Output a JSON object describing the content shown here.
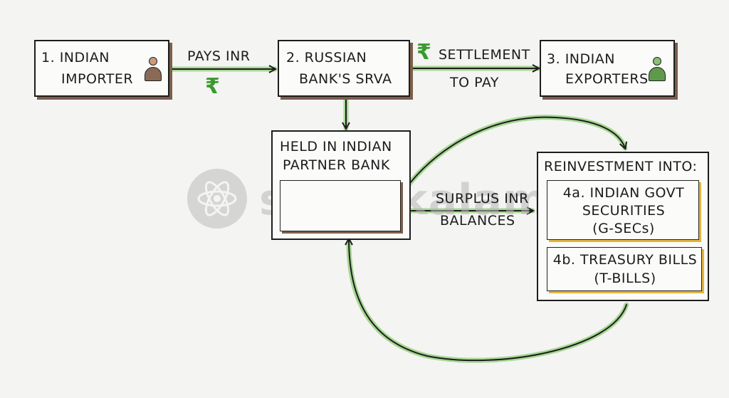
{
  "nodes": {
    "importer": {
      "number": "1.",
      "line1": "INDIAN",
      "line2": "IMPORTER"
    },
    "srva": {
      "line1": "2. RUSSIAN",
      "line2": "BANK'S SRVA"
    },
    "exporters": {
      "number": "3.",
      "line1": "INDIAN",
      "line2": "EXPORTERS"
    },
    "partner_bank": {
      "line1": "HELD IN INDIAN",
      "line2": "PARTNER BANK"
    },
    "reinvestment": {
      "title": "REINVESTMENT INTO:",
      "item_a": {
        "line1": "4a. INDIAN GOVT",
        "line2": "SECURITIES",
        "line3": "(G-SECs)"
      },
      "item_b": {
        "line1": "4b. TREASURY BILLS",
        "line2": "(T-BILLS)"
      }
    }
  },
  "edges": {
    "pays": {
      "label": "PAYS INR",
      "symbol": "₹"
    },
    "settlement": {
      "label_line1": "SETTLEMENT",
      "label_line2": "TO PAY",
      "symbol": "₹"
    },
    "surplus": {
      "label_line1": "SURPLUS INR",
      "label_line2": "BALANCES"
    }
  },
  "watermark": "superkalam",
  "icons": {
    "person": "person-icon",
    "rupee": "rupee-icon",
    "logo": "atom-logo-icon"
  },
  "colors": {
    "arrow_highlight": "#9fd48a",
    "arrow_line": "#2f5d2a",
    "box_shadow": "#7d5e4b",
    "item_shadow": "#e5b63c",
    "rupee": "#3a9a2e"
  }
}
